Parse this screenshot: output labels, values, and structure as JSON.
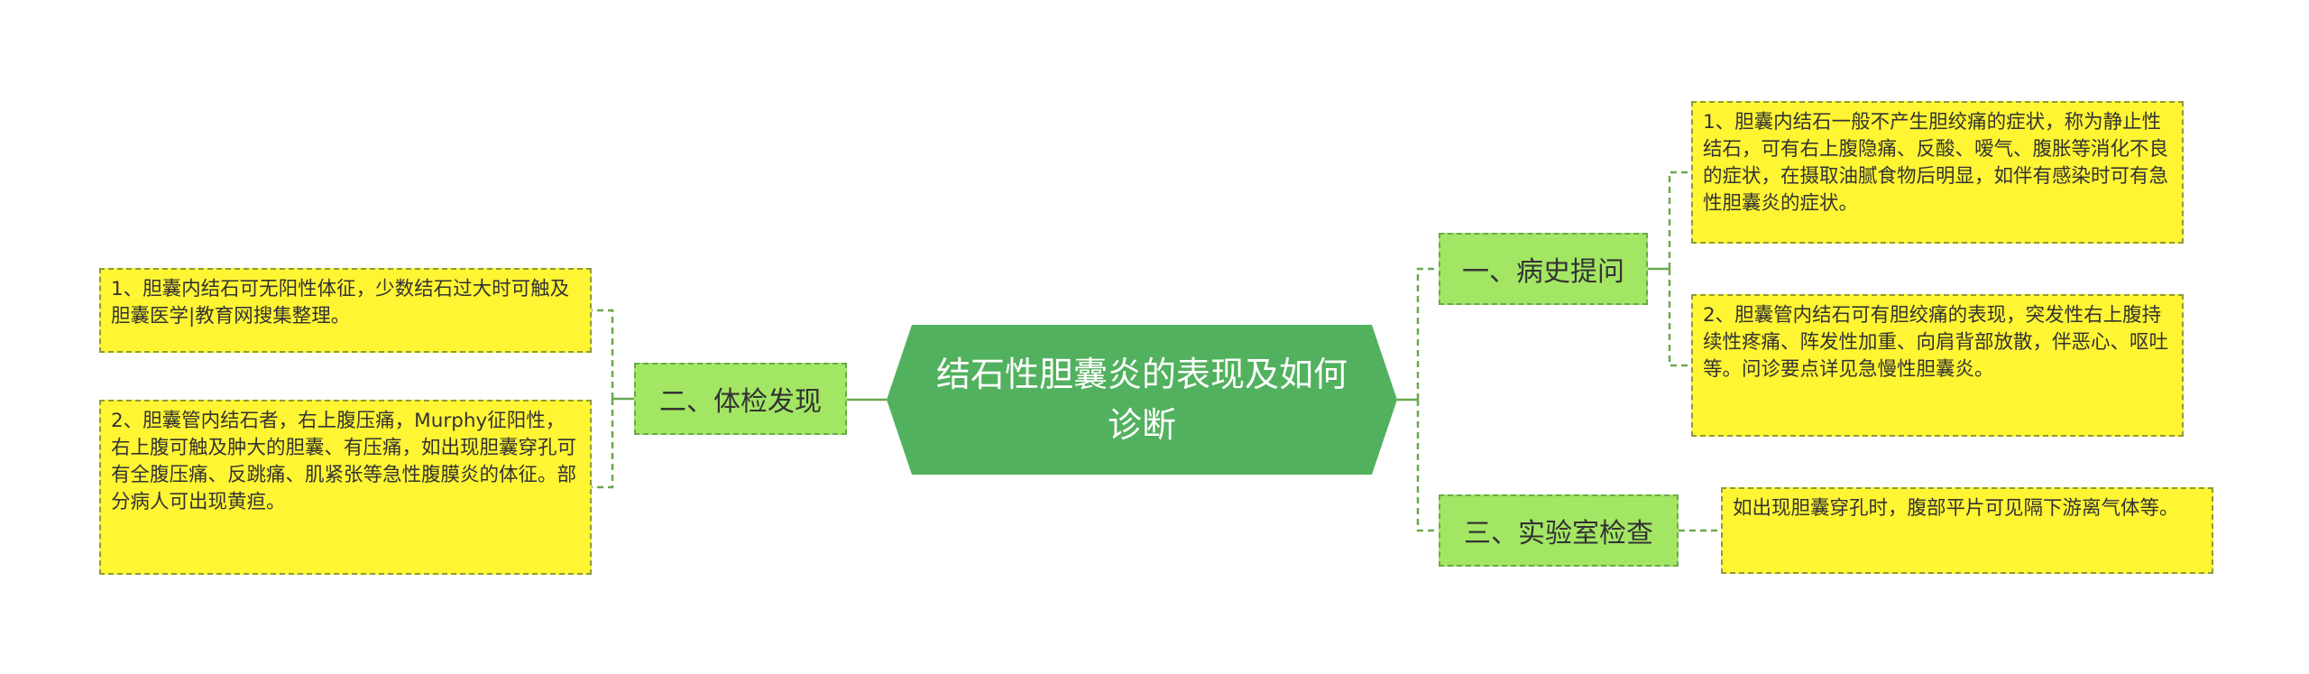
{
  "root": {
    "title": "结石性胆囊炎的表现及如何诊断"
  },
  "branches": [
    {
      "label": "一、病史提问",
      "leaves": [
        "1、胆囊内结石一般不产生胆绞痛的症状，称为静止性结石，可有右上腹隐痛、反酸、嗳气、腹胀等消化不良的症状，在摄取油腻食物后明显，如伴有感染时可有急性胆囊炎的症状。",
        "2、胆囊管内结石可有胆绞痛的表现，突发性右上腹持续性疼痛、阵发性加重、向肩背部放散，伴恶心、呕吐等。问诊要点详见急慢性胆囊炎。"
      ]
    },
    {
      "label": "三、实验室检查",
      "leaves": [
        "如出现胆囊穿孔时，腹部平片可见隔下游离气体等。"
      ]
    },
    {
      "label": "二、体检发现",
      "leaves": [
        "1、胆囊内结石可无阳性体征，少数结石过大时可触及胆囊医学|教育网搜集整理。",
        "2、胆囊管内结石者，右上腹压痛，Murphy征阳性，右上腹可触及肿大的胆囊、有压痛，如出现胆囊穿孔可有全腹压痛、反跳痛、肌紧张等急性腹膜炎的体征。部分病人可出现黄疸。"
      ]
    }
  ],
  "colors": {
    "root_fill": "#52b15e",
    "branch_fill": "#a3e664",
    "leaf_fill": "#fff533",
    "connector": "#6aa84f"
  }
}
